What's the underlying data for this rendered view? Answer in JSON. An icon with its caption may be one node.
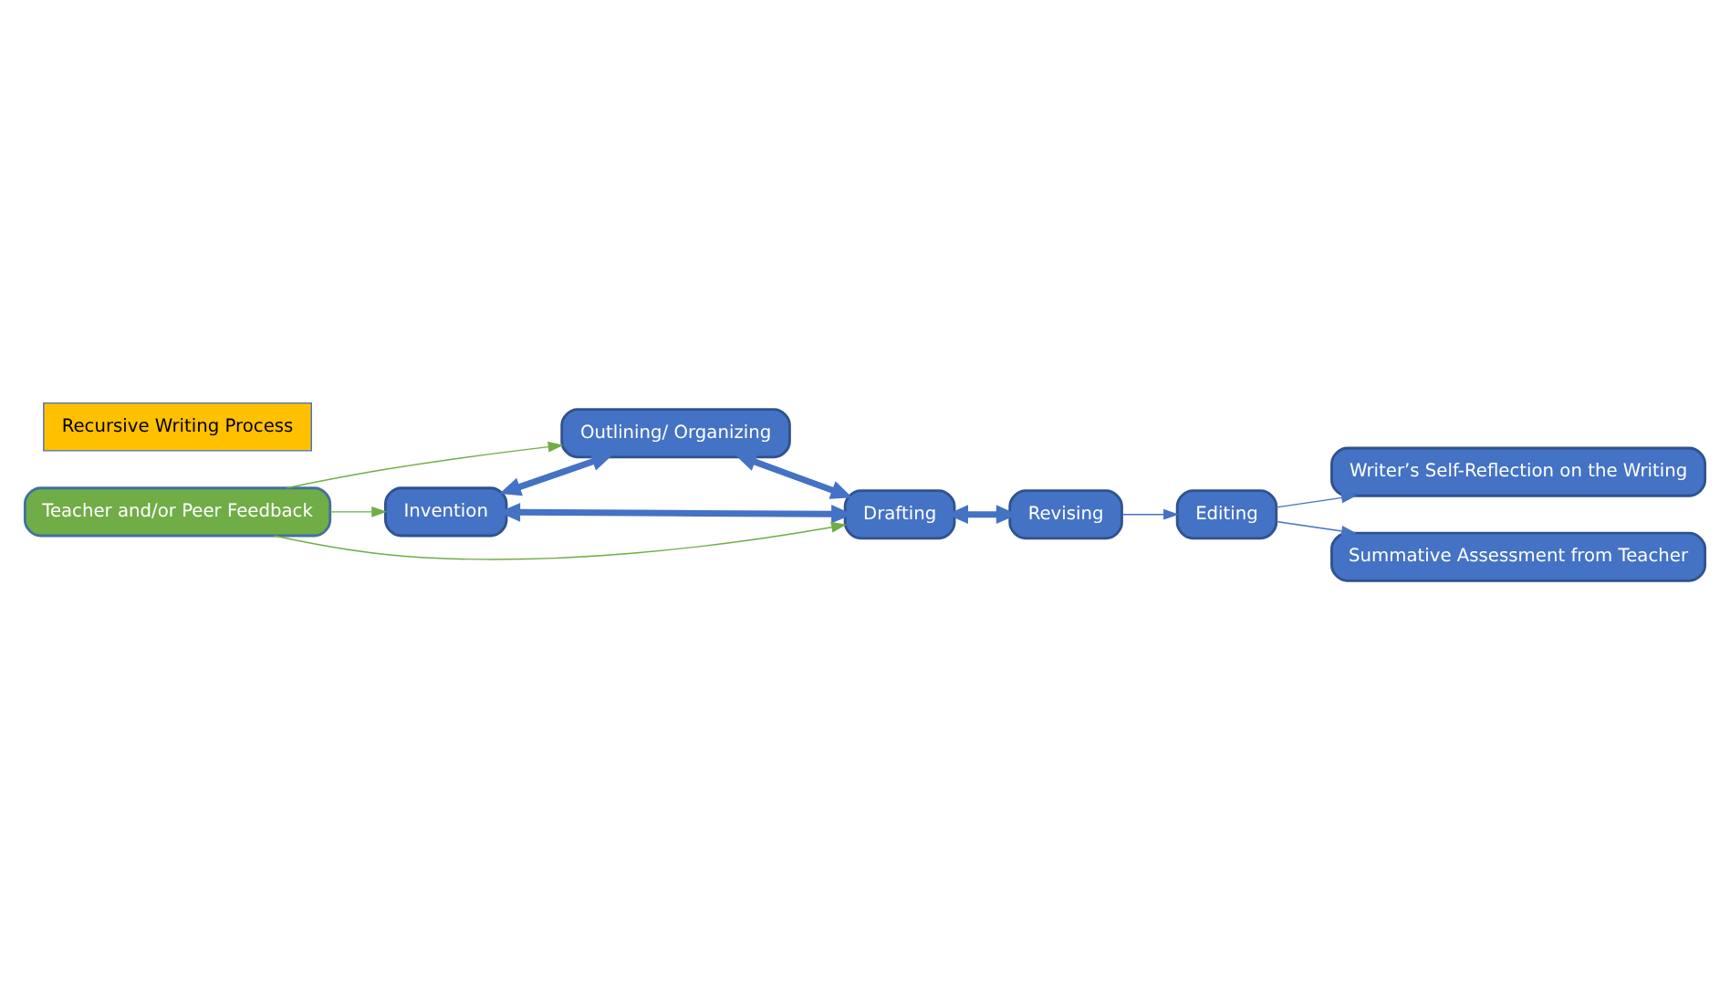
{
  "diagram": {
    "nodes": [
      {
        "text": [
          "Invention"
        ]
      },
      {
        "text": [
          "Outlining/ Organizing"
        ]
      },
      {
        "text": [
          "Drafting"
        ]
      },
      {
        "text": [
          "Revising"
        ]
      },
      {
        "text": [
          "Editing"
        ]
      },
      {
        "text": [
          "Writer’s Self-Reflection on the Writing"
        ]
      },
      {
        "text": [
          "Summative Assessment from Teacher"
        ]
      },
      {
        "text": [
          "Teacher and/or Peer Feedback"
        ]
      },
      {
        "text": [
          "Recursive Writing Process"
        ]
      }
    ],
    "edges": [
      {
        "from": 7,
        "to": 0,
        "arrow": "to",
        "color": "#70ad47"
      },
      {
        "from": 7,
        "to": 1,
        "arrow": "to",
        "color": "#70ad47"
      },
      {
        "from": 7,
        "to": 2,
        "arrow": "to",
        "color": "#70ad47"
      },
      {
        "from": 0,
        "to": 1,
        "arrow": "both",
        "style": "thick"
      },
      {
        "from": 1,
        "to": 2,
        "arrow": "both",
        "style": "thick"
      },
      {
        "from": 2,
        "to": 3,
        "arrow": "both",
        "style": "thick"
      },
      {
        "from": 0,
        "to": 2,
        "arrow": "both",
        "style": "thick"
      },
      {
        "from": 3,
        "to": 4,
        "arrow": "to"
      },
      {
        "from": 4,
        "to": 5,
        "arrow": "to"
      },
      {
        "from": 4,
        "to": 6,
        "arrow": "to"
      }
    ]
  }
}
